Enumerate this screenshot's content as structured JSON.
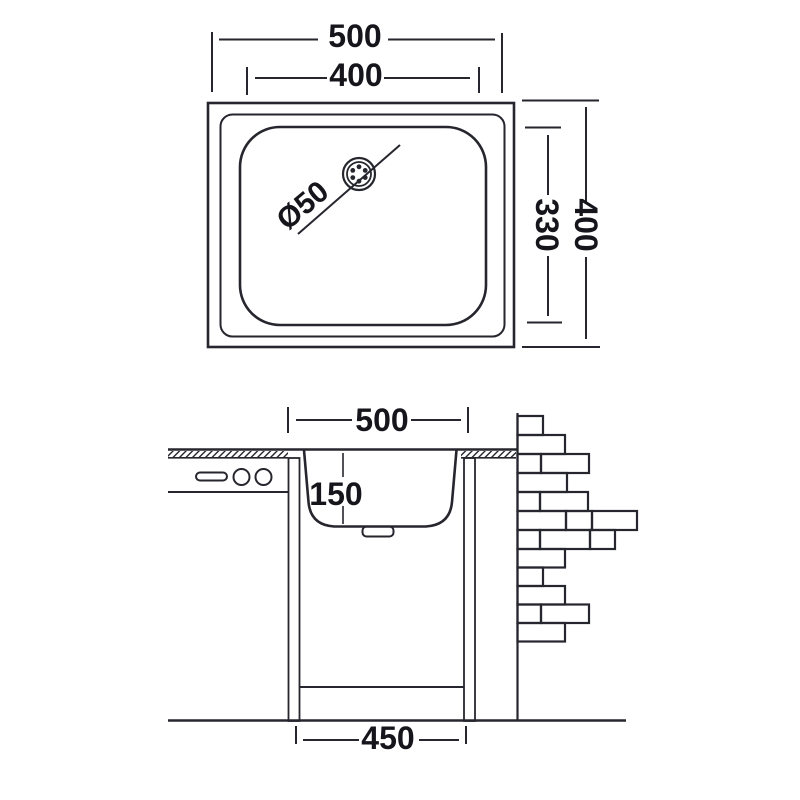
{
  "labels": {
    "top_view": {
      "overall_width": "500",
      "bowl_width": "400",
      "overall_depth": "400",
      "bowl_depth": "330",
      "drain": "Ø50"
    },
    "section": {
      "top_width": "500",
      "bowl_height": "150",
      "base_width": "450"
    }
  },
  "colors": {
    "line": "#26262e",
    "text": "#15151b",
    "background": "#ffffff"
  }
}
